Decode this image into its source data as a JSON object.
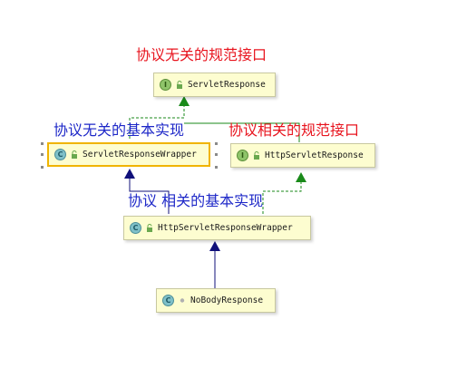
{
  "captions": {
    "top": "协议无关的规范接口",
    "left": "协议无关的基本实现",
    "right": "协议相关的规范接口",
    "middle": "协议 相关的基本实现"
  },
  "nodes": {
    "servlet_response": {
      "label": "ServletResponse",
      "kind": "I",
      "kind_icon": "interface-icon",
      "visibility_icon": "public-lock-icon"
    },
    "servlet_response_wrapper": {
      "label": "ServletResponseWrapper",
      "kind": "C",
      "kind_icon": "class-icon",
      "visibility_icon": "public-lock-icon",
      "selected": true
    },
    "http_servlet_response": {
      "label": "HttpServletResponse",
      "kind": "I",
      "kind_icon": "interface-icon",
      "visibility_icon": "public-lock-icon"
    },
    "http_servlet_response_wrapper": {
      "label": "HttpServletResponseWrapper",
      "kind": "C",
      "kind_icon": "class-icon",
      "visibility_icon": "public-lock-icon"
    },
    "no_body_response": {
      "label": "NoBodyResponse",
      "kind": "C",
      "kind_icon": "class-icon",
      "visibility_icon": "package-private-dot-icon"
    }
  },
  "edges": [
    {
      "from": "servlet_response_wrapper",
      "to": "servlet_response",
      "type": "implements",
      "style": "dashed",
      "color": "#1a8a1a"
    },
    {
      "from": "http_servlet_response",
      "to": "servlet_response",
      "type": "extends-interface",
      "style": "solid",
      "color": "#1a8a1a"
    },
    {
      "from": "http_servlet_response_wrapper",
      "to": "servlet_response_wrapper",
      "type": "extends",
      "style": "solid",
      "color": "#10107a"
    },
    {
      "from": "http_servlet_response_wrapper",
      "to": "http_servlet_response",
      "type": "implements",
      "style": "dashed",
      "color": "#1a8a1a"
    },
    {
      "from": "no_body_response",
      "to": "http_servlet_response_wrapper",
      "type": "extends",
      "style": "solid",
      "color": "#10107a"
    }
  ],
  "colors": {
    "caption_red": "#e8141e",
    "caption_blue": "#1e28c8",
    "node_fill": "#fdfdd0",
    "selected_border": "#f0b400",
    "interface_arrow": "#1a8a1a",
    "class_arrow": "#10107a"
  }
}
